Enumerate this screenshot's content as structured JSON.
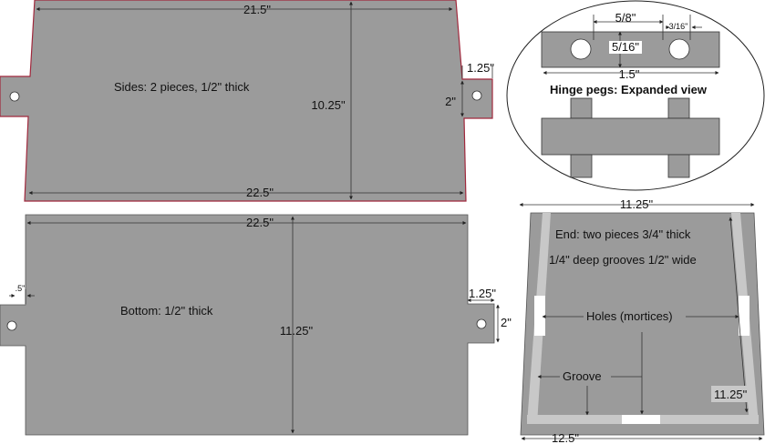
{
  "sides": {
    "label": "Sides: 2 pieces, 1/2\" thick",
    "top_width": "21.5\"",
    "bottom_width": "22.5\"",
    "height": "10.25\"",
    "tab_width": "1.25\"",
    "tab_height": "2\""
  },
  "hinge": {
    "title": "Hinge pegs: Expanded view",
    "spacing": "5/8\"",
    "offset": "3/16\"",
    "peg_height": "5/16\"",
    "length": "1.5\""
  },
  "bottom": {
    "label": "Bottom: 1/2\" thick",
    "width": "22.5\"",
    "height": "11.25\"",
    "tab_offset": ".5\"",
    "tab_width": "1.25\"",
    "tab_height": "2\""
  },
  "end": {
    "top_width": "11.25\"",
    "label1": "End: two pieces 3/4\" thick",
    "label2": "1/4\" deep grooves 1/2\" wide",
    "holes_label": "Holes (mortices)",
    "groove_label": "Groove",
    "height": "11.25\"",
    "bottom_width": "12.5\""
  },
  "colors": {
    "panel": "#9b9b9b",
    "groove": "#c8c8c8",
    "side_outline": "#a0283c",
    "hole": "#ffffff"
  }
}
